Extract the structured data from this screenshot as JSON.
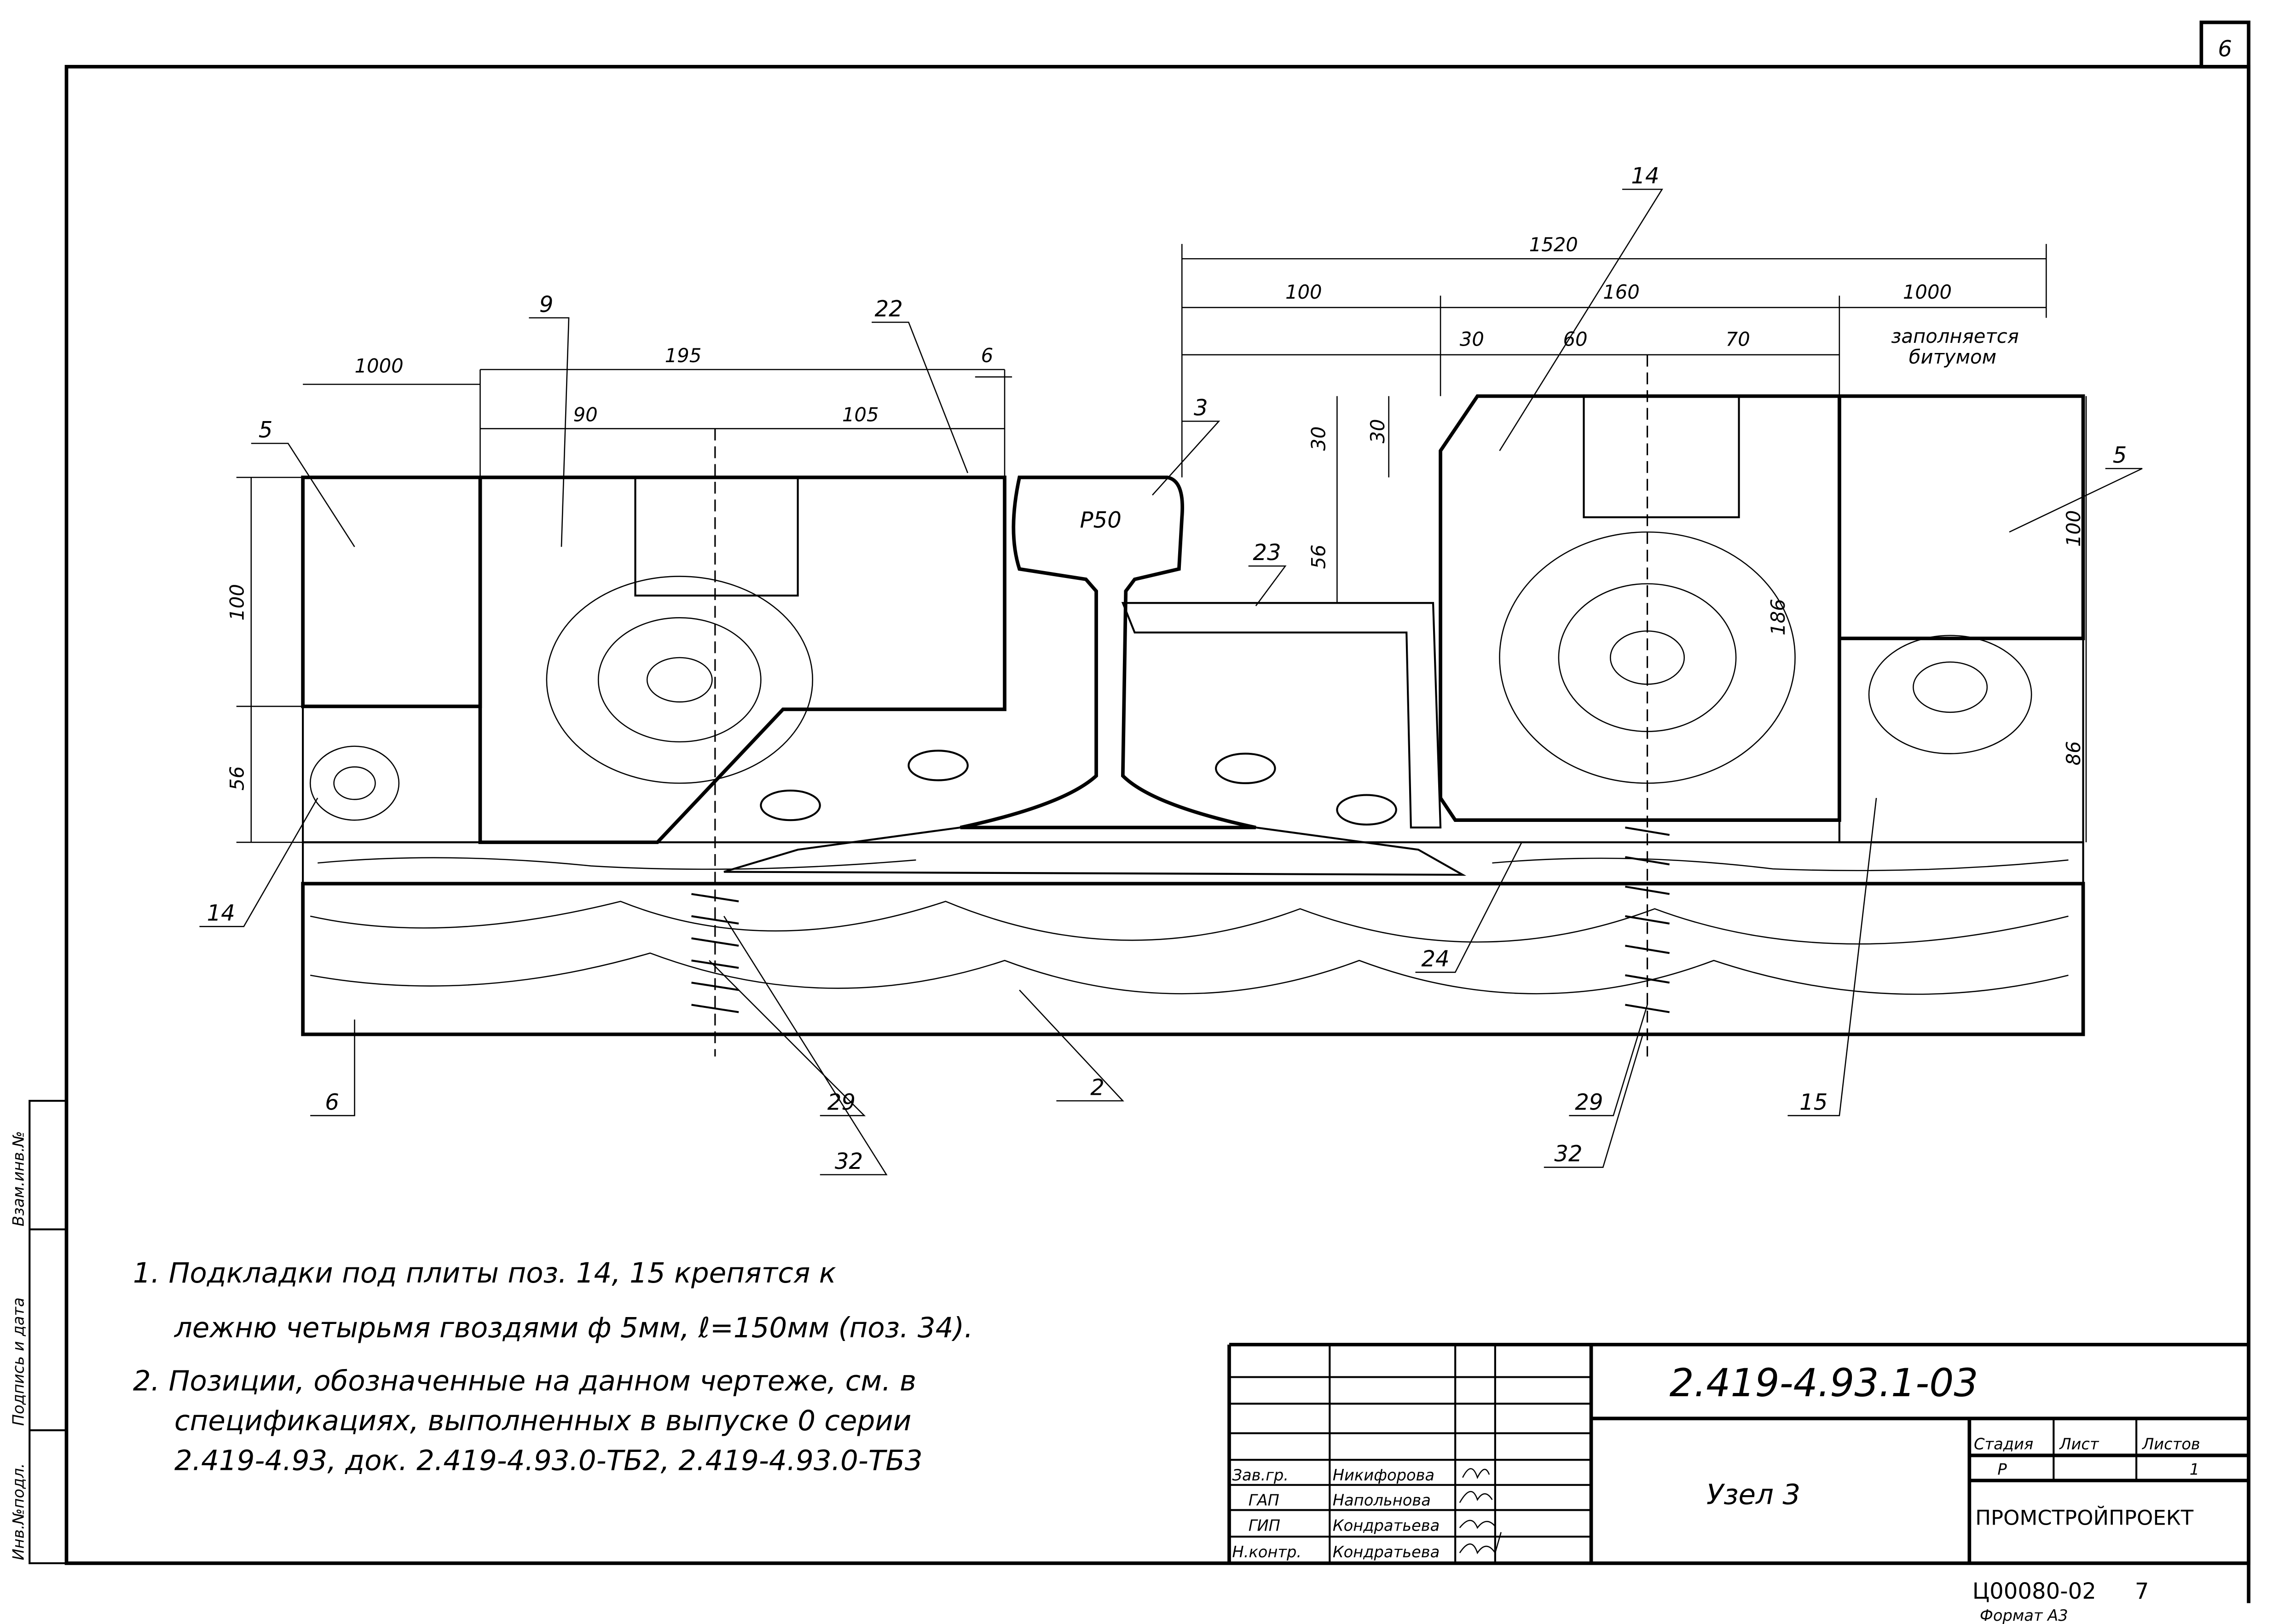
{
  "sheet_corner_number": "6",
  "margin_stamps": [
    "Взам.инв.№",
    "Подпись и дата",
    "Инв.№подл."
  ],
  "drawing": {
    "dimensions_left": {
      "d1000": "1000",
      "d195": "195",
      "d90": "90",
      "d105": "105",
      "d6": "6",
      "d100": "100",
      "d56": "56"
    },
    "dimensions_right": {
      "d1520": "1520",
      "d100": "100",
      "d160": "160",
      "d1000": "1000",
      "d30a": "30",
      "d60": "60",
      "d70": "70",
      "d30v1": "30",
      "d30v2": "30",
      "d56": "56",
      "d186": "186",
      "d100r": "100",
      "d86": "86"
    },
    "rail_label": "Р50",
    "bitumen_note": [
      "заполняется",
      "битумом"
    ],
    "positions": {
      "p5l": "5",
      "p9": "9",
      "p22": "22",
      "p3": "3",
      "p23": "23",
      "p14t": "14",
      "p5r": "5",
      "p14l": "14",
      "p6": "6",
      "p29l": "29",
      "p32l": "32",
      "p2": "2",
      "p24": "24",
      "p29r": "29",
      "p32r": "32",
      "p15": "15"
    }
  },
  "notes": [
    "1. Подкладки под плиты поз. 14, 15 крепятся к",
    "лежню четырьмя гвоздями ф 5мм, ℓ=150мм (поз. 34).",
    "2. Позиции, обозначенные на данном чертеже, см. в",
    "спецификациях, выполненных в выпуске 0 серии",
    "2.419-4.93, док. 2.419-4.93.0-ТБ2, 2.419-4.93.0-ТБ3"
  ],
  "title_block": {
    "document_code": "2.419-4.93.1-03",
    "title": "Узел 3",
    "headers": {
      "stage": "Стадия",
      "sheet": "Лист",
      "sheets": "Листов"
    },
    "values": {
      "stage": "Р",
      "sheet": "",
      "sheets": "1"
    },
    "organization": "ПРОМСТРОЙПРОЕКТ",
    "signatories": [
      {
        "role": "Зав.гр.",
        "name": "Никифорова"
      },
      {
        "role": "ГАП",
        "name": "Напольнова"
      },
      {
        "role": "ГИП",
        "name": "Кондратьева"
      },
      {
        "role": "Н.контр.",
        "name": "Кондратьева"
      }
    ]
  },
  "footer": {
    "archive_number": "Ц00080-02",
    "page": "7",
    "format": "Формат А3"
  }
}
